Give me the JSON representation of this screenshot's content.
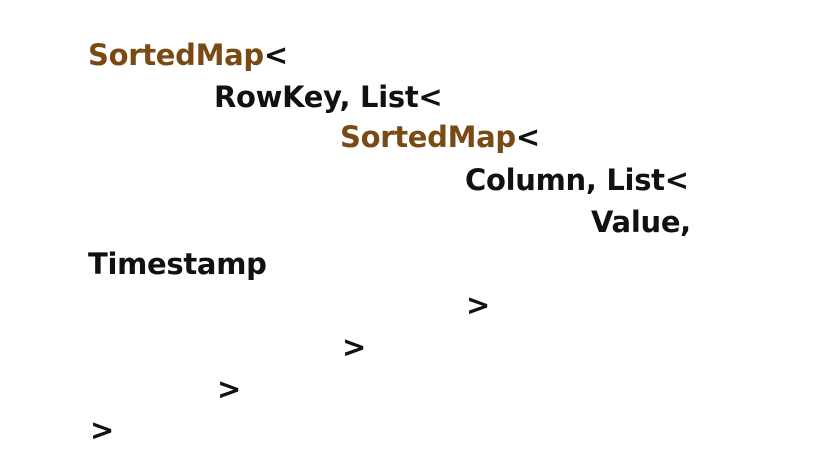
{
  "colors": {
    "keyword": "#7a4a14",
    "text": "#111111",
    "background": "#ffffff"
  },
  "code": {
    "line1": {
      "keyword": "SortedMap",
      "rest": "<"
    },
    "line2": {
      "text": "RowKey, List<"
    },
    "line3": {
      "keyword": "SortedMap",
      "rest": "<"
    },
    "line4": {
      "text": "Column, List<"
    },
    "line5": {
      "text": "Value,"
    },
    "line6": {
      "text": "Timestamp"
    },
    "line7": {
      "text": ">"
    },
    "line8": {
      "text": ">"
    },
    "line9": {
      "text": ">"
    },
    "line10": {
      "text": ">"
    }
  }
}
